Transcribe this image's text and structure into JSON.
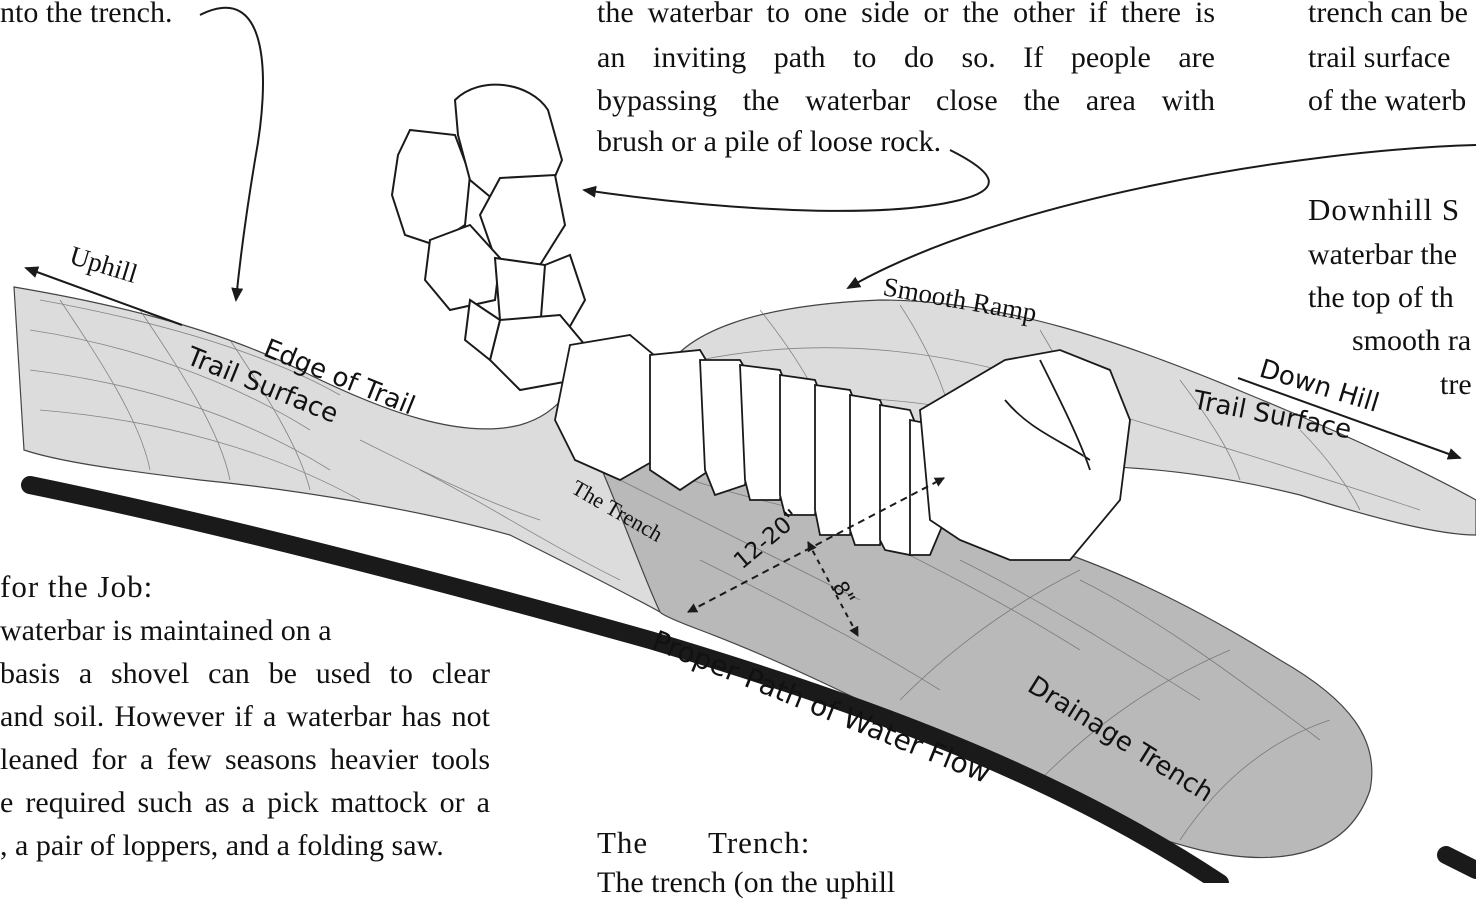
{
  "text_blocks": {
    "top_left": "nto the trench.",
    "top_center": [
      "the waterbar to one side or the other if there is",
      "an inviting path to do so.  If people are",
      "bypassing the waterbar close the area with",
      "brush or a pile of loose rock."
    ],
    "top_right": [
      "trench can be",
      "trail surface",
      "of the waterb"
    ],
    "right_mid": {
      "heading": "Downhill S",
      "lines": [
        "waterbar the",
        "the top of th",
        "smooth ra",
        "tre"
      ]
    },
    "bottom_left": {
      "heading": " for the Job:",
      "lines": [
        "waterbar is maintained on a",
        " basis a shovel can be used to clear",
        "and soil.  However if a waterbar has not",
        "leaned for a few seasons heavier tools",
        "e required such as a pick mattock or a",
        ", a pair of loppers, and a folding saw."
      ]
    },
    "bottom_center": {
      "heading_word1": "The",
      "heading_word2": "Trench:",
      "partial_line": "The trench (on the uphill"
    }
  },
  "diagram_labels": {
    "uphill": "Uphill",
    "edge_of_trail": "Edge of Trail",
    "trail_surface_left": "Trail Surface",
    "smooth_ramp": "Smooth Ramp",
    "down_hill": "Down Hill",
    "trail_surface_right": "Trail Surface",
    "the_trench": "The Trench",
    "width_dim": "12-20\"",
    "depth_dim": "8\"",
    "proper_path": "Proper Path of Water Flow",
    "drainage_trench": "Drainage Trench"
  },
  "colors": {
    "trail_fill": "#dcdcdc",
    "trench_fill": "#b9b9b9",
    "line": "#1a1a1a"
  }
}
